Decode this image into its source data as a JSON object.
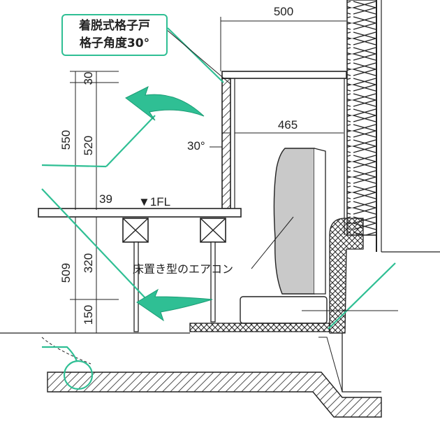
{
  "callout": {
    "line1": "着脱式格子戸",
    "line2": "格子角度30°"
  },
  "dims": {
    "top_width": "500",
    "inner_width": "465",
    "left_total": "550",
    "left_top": "30",
    "left_mid": "520",
    "floor_gap": "39",
    "lower_total": "509",
    "lower_mid": "320",
    "lower_bottom": "150"
  },
  "labels": {
    "angle": "30°",
    "floor_level": "▼1FL",
    "aircon": "床置き型のエアコン"
  },
  "colors": {
    "accent": "#2fbf94",
    "ink": "#222222",
    "unit": "#c9c9c9"
  }
}
